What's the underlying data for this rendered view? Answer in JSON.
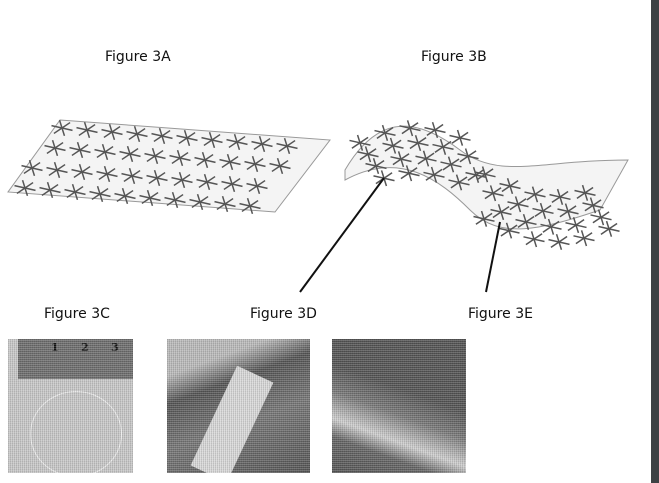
{
  "figures": {
    "a": {
      "label": "Figure 3A"
    },
    "b": {
      "label": "Figure 3B"
    },
    "c": {
      "label": "Figure 3C",
      "ruler_marks": [
        "1",
        "2",
        "3"
      ]
    },
    "d": {
      "label": "Figure 3D"
    },
    "e": {
      "label": "Figure 3E"
    }
  }
}
